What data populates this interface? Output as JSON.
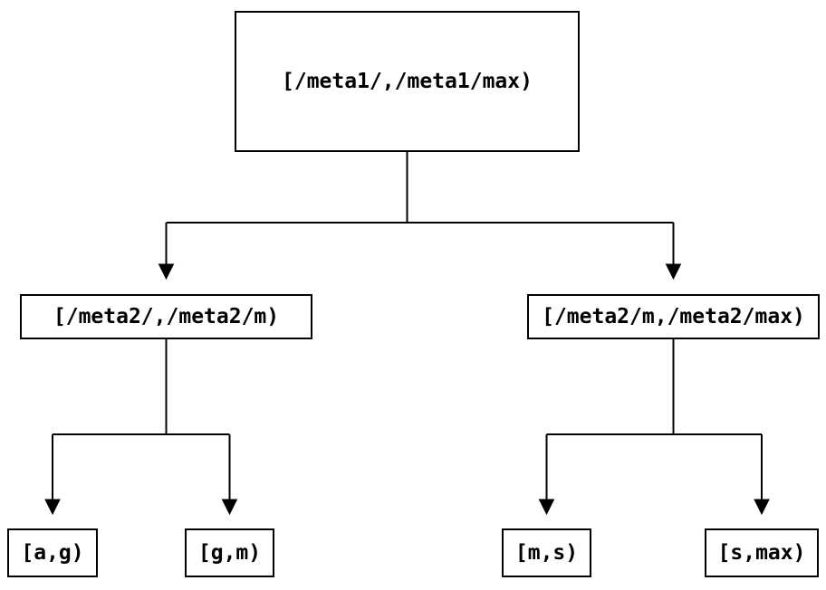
{
  "diagram": {
    "type": "tree",
    "description": "Binary partition tree of key ranges",
    "colors": {
      "background": "#ffffff",
      "line": "#000000",
      "text": "#000000",
      "node_fill": "#ffffff"
    },
    "nodes": {
      "root": {
        "label": "[/meta1/,/meta1/max)"
      },
      "left": {
        "label": "[/meta2/,/meta2/m)"
      },
      "right": {
        "label": "[/meta2/m,/meta2/max)"
      },
      "leaf_ag": {
        "label": "[a,g)"
      },
      "leaf_gm": {
        "label": "[g,m)"
      },
      "leaf_ms": {
        "label": "[m,s)"
      },
      "leaf_smax": {
        "label": "[s,max)"
      }
    },
    "edges": [
      {
        "from": "root",
        "to": "left"
      },
      {
        "from": "root",
        "to": "right"
      },
      {
        "from": "left",
        "to": "leaf_ag"
      },
      {
        "from": "left",
        "to": "leaf_gm"
      },
      {
        "from": "right",
        "to": "leaf_ms"
      },
      {
        "from": "right",
        "to": "leaf_smax"
      }
    ]
  }
}
